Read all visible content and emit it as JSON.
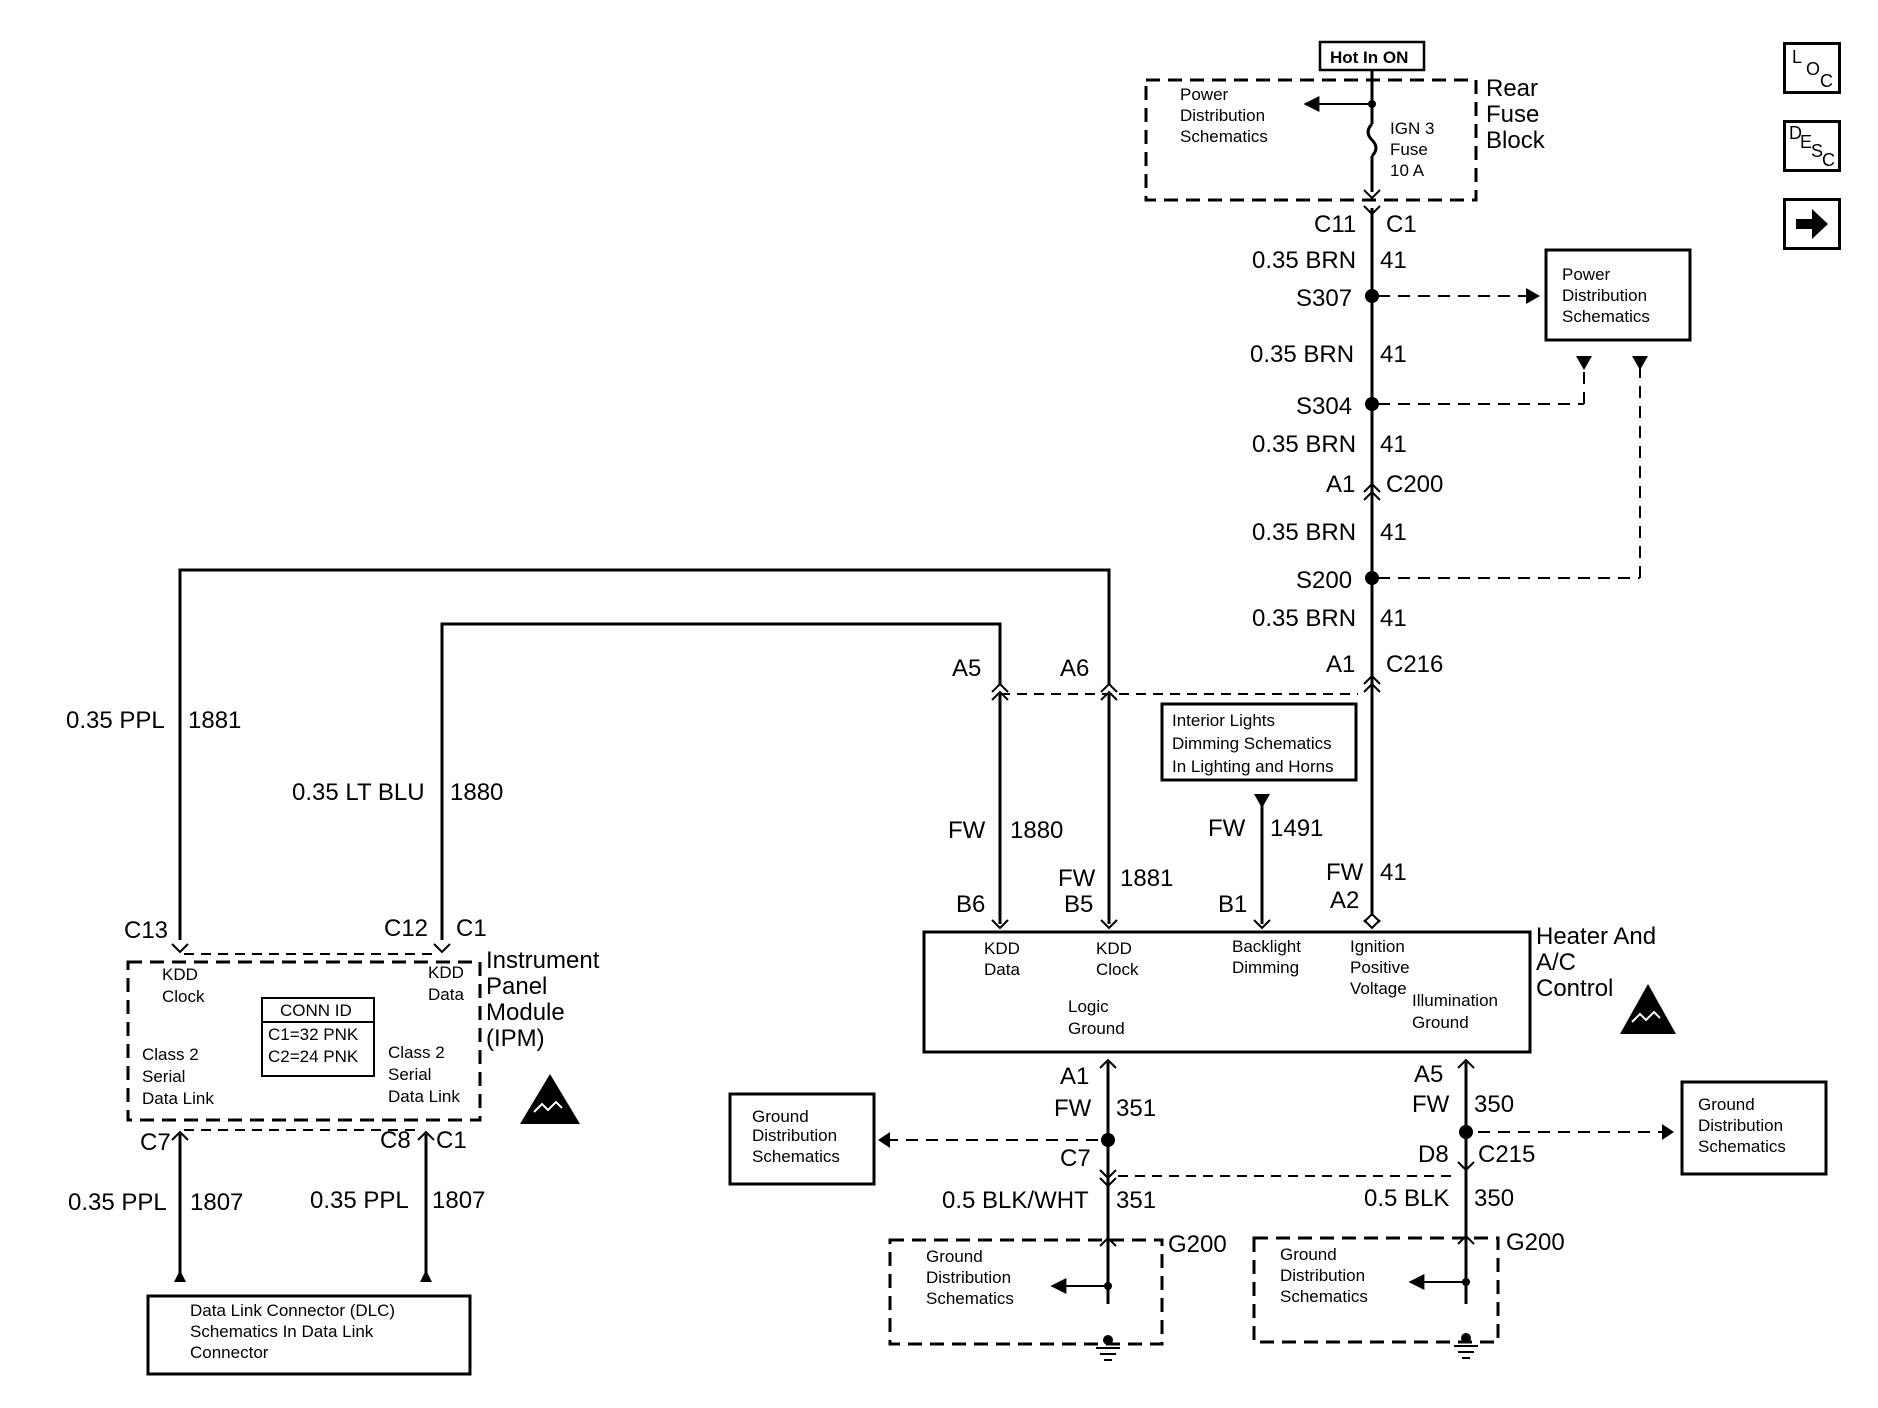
{
  "nav": {
    "loc": [
      "L",
      "O",
      "C"
    ],
    "desc": [
      "D",
      "E",
      "S",
      "C"
    ],
    "next": "next-arrow"
  },
  "fuse_block": {
    "hot_label": "Hot In ON",
    "name": [
      "Rear",
      "Fuse",
      "Block"
    ],
    "ref": [
      "Power",
      "Distribution",
      "Schematics"
    ],
    "fuse": [
      "IGN 3",
      "Fuse",
      "10 A"
    ]
  },
  "power_ref_right": [
    "Power",
    "Distribution",
    "Schematics"
  ],
  "main_wire": {
    "c11": "C11",
    "c1": "C1",
    "seg1_wire": "0.35 BRN",
    "seg1_circ": "41",
    "s307": "S307",
    "seg2_wire": "0.35 BRN",
    "seg2_circ": "41",
    "s304": "S304",
    "seg3_wire": "0.35 BRN",
    "seg3_circ": "41",
    "a1_c200": "A1",
    "c200": "C200",
    "seg4_wire": "0.35 BRN",
    "seg4_circ": "41",
    "s200": "S200",
    "seg5_wire": "0.35 BRN",
    "seg5_circ": "41",
    "a1_c216": "A1",
    "c216": "C216",
    "fw": "FW",
    "fw_circ": "41",
    "a2": "A2"
  },
  "c216_pins": {
    "a5": "A5",
    "a6": "A6",
    "fw_1880": "FW",
    "circ_1880": "1880",
    "fw_1881": "FW",
    "circ_1881": "1881",
    "b6": "B6",
    "b5": "B5"
  },
  "interior_lights": {
    "box": [
      "Interior Lights",
      "Dimming Schematics",
      "In Lighting and Horns"
    ],
    "fw": "FW",
    "circ": "1491",
    "b1": "B1"
  },
  "hvac": {
    "name": [
      "Heater And",
      "A/C",
      "Control"
    ],
    "pins": {
      "kdd_data": [
        "KDD",
        "Data"
      ],
      "kdd_clock": [
        "KDD",
        "Clock"
      ],
      "backlight": [
        "Backlight",
        "Dimming"
      ],
      "ignition": [
        "Ignition",
        "Positive",
        "Voltage"
      ],
      "logic_ground": [
        "Logic",
        "Ground"
      ],
      "illum_ground": [
        "Illumination",
        "Ground"
      ]
    }
  },
  "ipm": {
    "wire_1881": "0.35 PPL",
    "circ_1881": "1881",
    "wire_1880": "0.35 LT BLU",
    "circ_1880": "1880",
    "c13": "C13",
    "c12": "C12",
    "c1_top": "C1",
    "name": [
      "Instrument",
      "Panel",
      "Module",
      "(IPM)"
    ],
    "kdd_clock": [
      "KDD",
      "Clock"
    ],
    "kdd_data": [
      "KDD",
      "Data"
    ],
    "conn_id_title": "CONN ID",
    "conn_id_rows": [
      "C1=32 PNK",
      "C2=24 PNK"
    ],
    "class2_left": [
      "Class 2",
      "Serial",
      "Data Link"
    ],
    "class2_right": [
      "Class 2",
      "Serial",
      "Data Link"
    ],
    "c7": "C7",
    "c8": "C8",
    "c1_bot": "C1",
    "wire_1807_l": "0.35 PPL",
    "circ_1807_l": "1807",
    "wire_1807_r": "0.35 PPL",
    "circ_1807_r": "1807",
    "dlc_box": [
      "Data Link Connector (DLC)",
      "Schematics In Data Link",
      "Connector"
    ]
  },
  "grounds": {
    "left": {
      "a1": "A1",
      "fw": "FW",
      "circ": "351",
      "c7": "C7",
      "wire": "0.5 BLK/WHT",
      "wire_circ": "351",
      "g": "G200",
      "ref_box": [
        "Ground",
        "Distribution",
        "Schematics"
      ],
      "ref_dashed": [
        "Ground",
        "Distribution",
        "Schematics"
      ]
    },
    "right": {
      "a5": "A5",
      "fw": "FW",
      "circ": "350",
      "d8": "D8",
      "c215": "C215",
      "wire": "0.5 BLK",
      "wire_circ": "350",
      "g": "G200",
      "ref_box": [
        "Ground",
        "Distribution",
        "Schematics"
      ],
      "ref_dashed": [
        "Ground",
        "Distribution",
        "Schematics"
      ]
    }
  }
}
